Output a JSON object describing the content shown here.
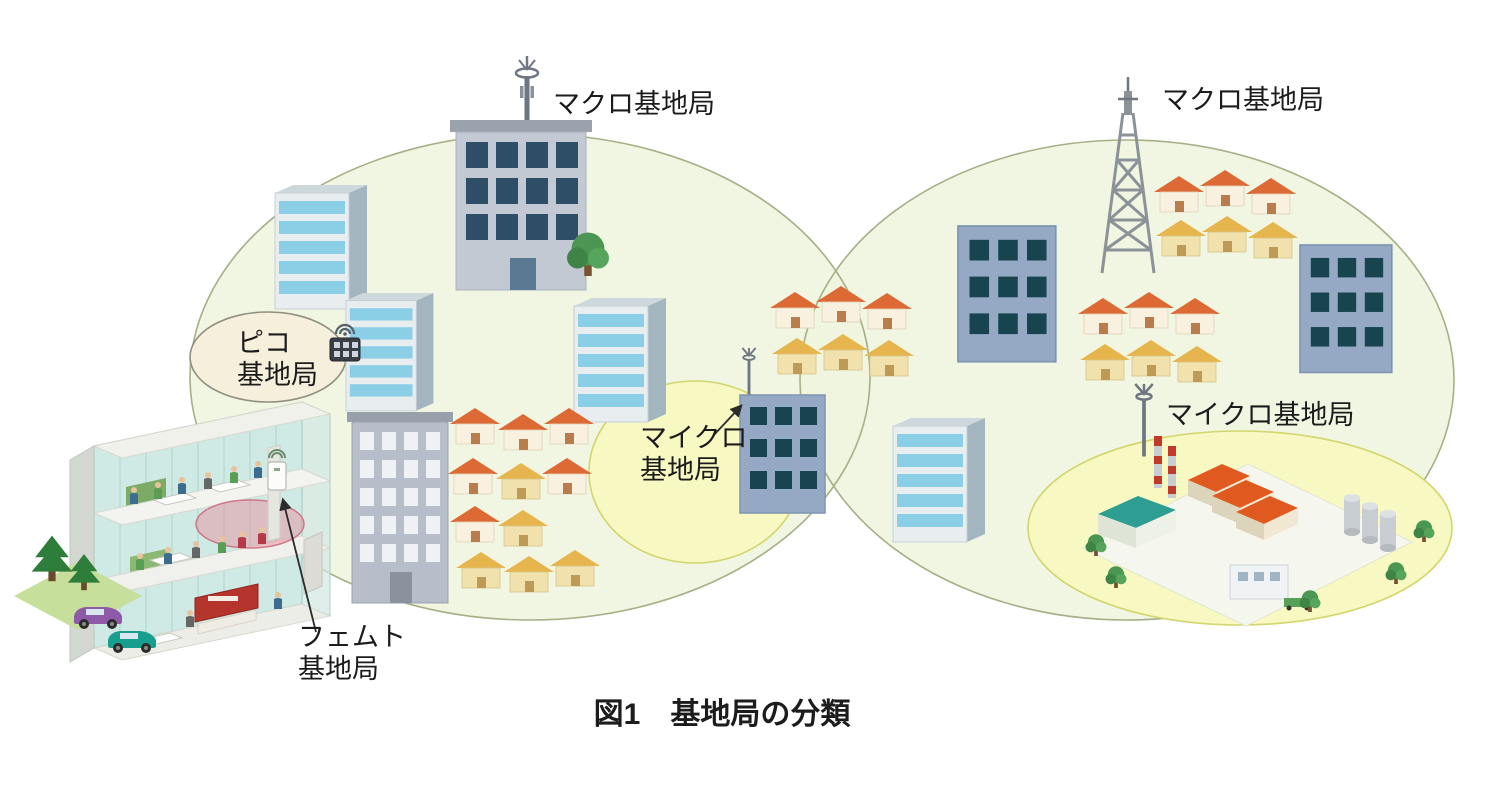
{
  "figure": {
    "caption": "図1　基地局の分類"
  },
  "labels": {
    "macro_left": "マクロ基地局",
    "macro_right": "マクロ基地局",
    "micro_right": "マイクロ基地局",
    "pico": {
      "line1": "ピコ",
      "line2": "基地局"
    },
    "micro_center": {
      "line1": "マイクロ",
      "line2": "基地局"
    },
    "femto": {
      "line1": "フェムト",
      "line2": "基地局"
    }
  },
  "colors": {
    "macro_cell_fill": "#eff4dd",
    "macro_cell_stroke": "#a6b086",
    "micro_cell_fill": "#f7f8c2",
    "micro_cell_stroke": "#d2d66c",
    "pico_cell_fill": "#f6efdc",
    "pico_cell_stroke": "#8f8f7e",
    "femto_cell_fill": "#e98a97",
    "femto_cell_stroke": "#cf7787"
  }
}
